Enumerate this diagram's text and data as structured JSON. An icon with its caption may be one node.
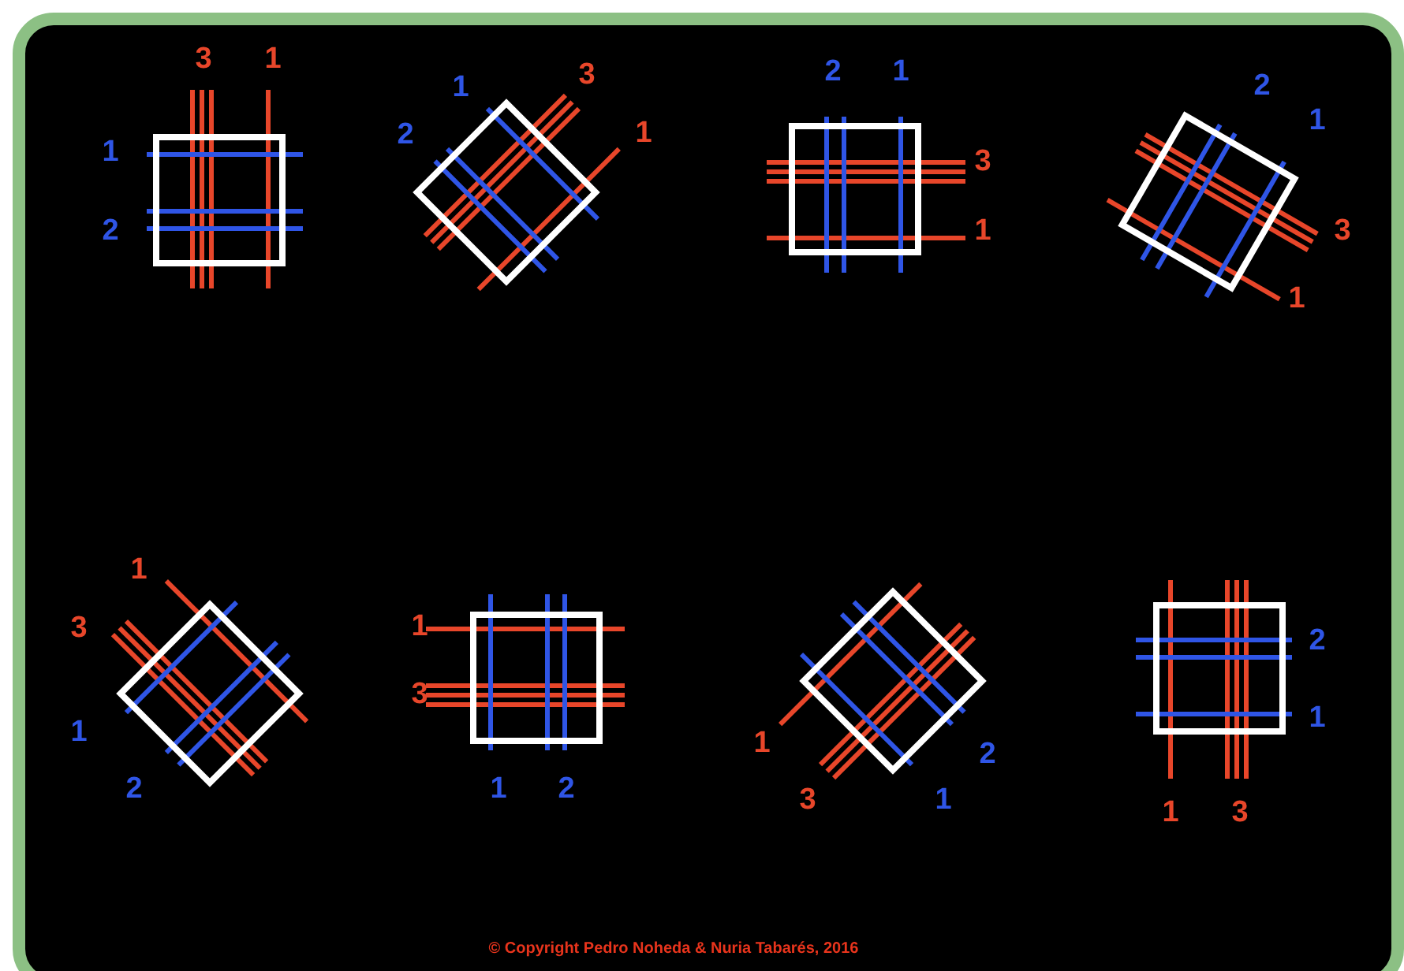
{
  "diagram": {
    "caption": "© Copyright Pedro Noheda  & Nuria Tabarés, 2016",
    "labels": [
      "3",
      "1",
      "1",
      "2",
      "1",
      "3",
      "2",
      "1",
      "2",
      "1",
      "3",
      "1",
      "2",
      "1",
      "3",
      "1",
      "1",
      "3",
      "1",
      "2",
      "1",
      "3",
      "1",
      "2",
      "1",
      "2",
      "3",
      "1",
      "2",
      "1",
      "1",
      "3"
    ]
  }
}
